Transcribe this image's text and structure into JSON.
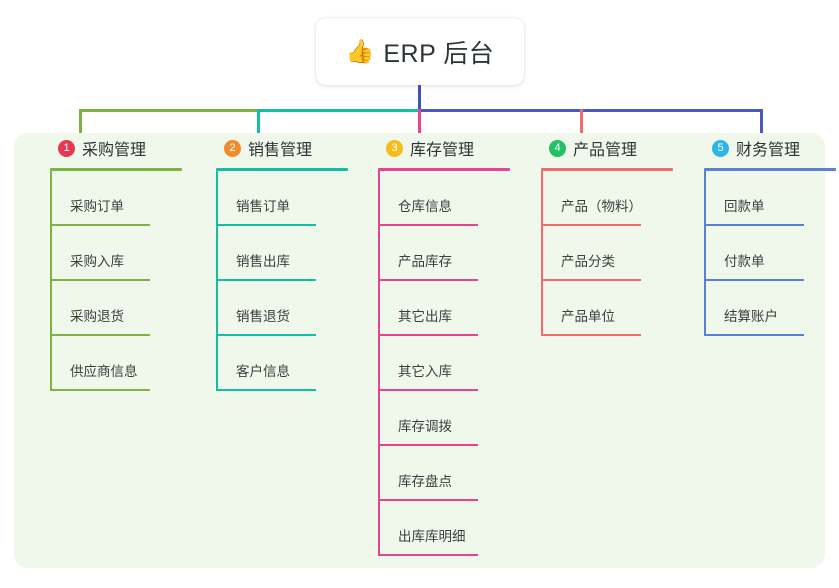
{
  "root": {
    "icon": "thumbs-up-icon",
    "icon_glyph": "👍",
    "title": "ERP 后台"
  },
  "palette": {
    "panel_background": "#eff8ea",
    "page_background": "#ffffff",
    "text": "#2f3436",
    "root_stem": "#3f51b5",
    "trunk_left": "#7cb342",
    "trunk_mid": "#12bfa5",
    "trunk_right": "#4a58c4"
  },
  "columns": [
    {
      "number": "1",
      "title": "采购管理",
      "badge_color": "#e8384f",
      "line_color": "#7cb342",
      "drop_color": "#7cb342",
      "items": [
        "采购订单",
        "采购入库",
        "采购退货",
        "供应商信息"
      ]
    },
    {
      "number": "2",
      "title": "销售管理",
      "badge_color": "#f2892c",
      "line_color": "#12bfa5",
      "drop_color": "#12bfa5",
      "items": [
        "销售订单",
        "销售出库",
        "销售退货",
        "客户信息"
      ]
    },
    {
      "number": "3",
      "title": "库存管理",
      "badge_color": "#f5bc1c",
      "line_color": "#e84393",
      "drop_color": "#e84393",
      "items": [
        "仓库信息",
        "产品库存",
        "其它出库",
        "其它入库",
        "库存调拨",
        "库存盘点",
        "出库库明细"
      ]
    },
    {
      "number": "4",
      "title": "产品管理",
      "badge_color": "#23c065",
      "line_color": "#f4696b",
      "drop_color": "#f4696b",
      "items": [
        "产品（物料）",
        "产品分类",
        "产品单位"
      ]
    },
    {
      "number": "5",
      "title": "财务管理",
      "badge_color": "#2ab7e8",
      "line_color": "#5a7fd4",
      "drop_color": "#4a58c4",
      "items": [
        "回款单",
        "付款单",
        "结算账户"
      ]
    }
  ]
}
